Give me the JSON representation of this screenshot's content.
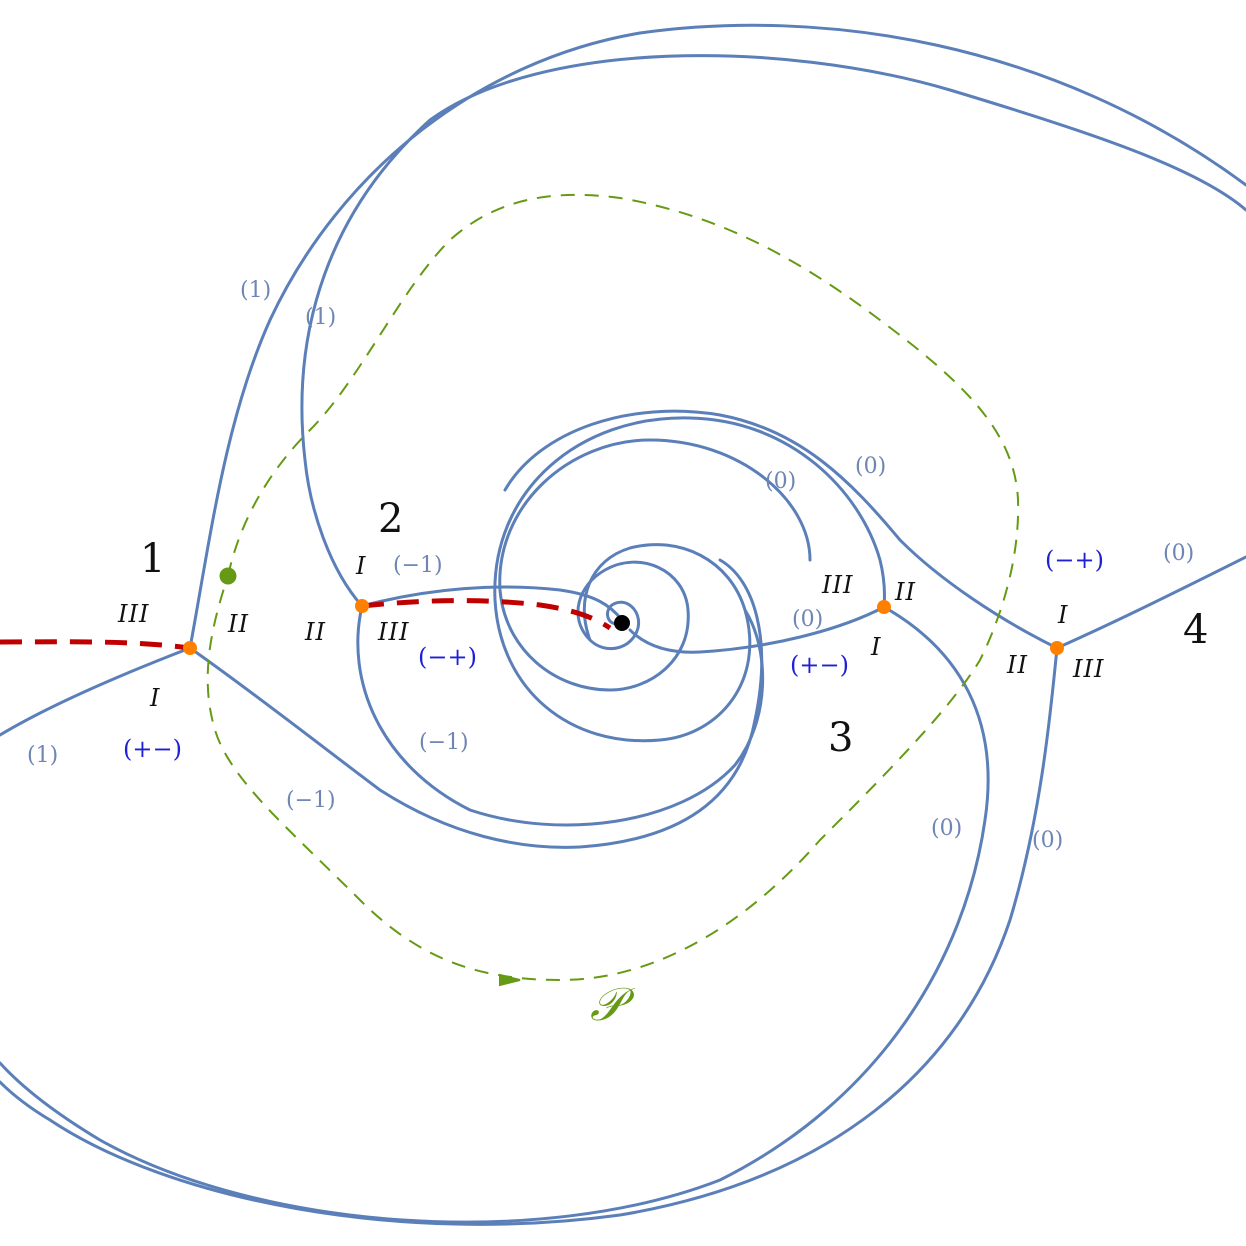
{
  "colors": {
    "stokes_lines": "#5b7fb8",
    "branch_cut": "#c00000",
    "contour": "#669a14",
    "turning_point": "#ff8000",
    "singularity": "#000000",
    "sheet_label_text": "#111111",
    "stokes_index_text": "#6f86b3",
    "sign_text": "#1f1fd6"
  },
  "region_labels": [
    "1",
    "2",
    "3",
    "4"
  ],
  "sheet_labels": {
    "tp1": [
      "III",
      "II",
      "I"
    ],
    "tp2": [
      "I",
      "II",
      "III"
    ],
    "tp3": [
      "III",
      "II",
      "I"
    ],
    "tp4": [
      "I",
      "II",
      "III"
    ]
  },
  "stokes_indices": [
    "(1)",
    "(1)",
    "(1)",
    "(−1)",
    "(−1)",
    "(−1)",
    "(0)",
    "(0)",
    "(0)",
    "(0)",
    "(0)",
    "(0)"
  ],
  "sign_labels": [
    "(+−)",
    "(−+)",
    "(+−)",
    "(−+)"
  ],
  "contour_label": "𝒫",
  "markers": {
    "turning_points": 4,
    "contour_start_point": "green dot",
    "singularity": "black dot"
  }
}
